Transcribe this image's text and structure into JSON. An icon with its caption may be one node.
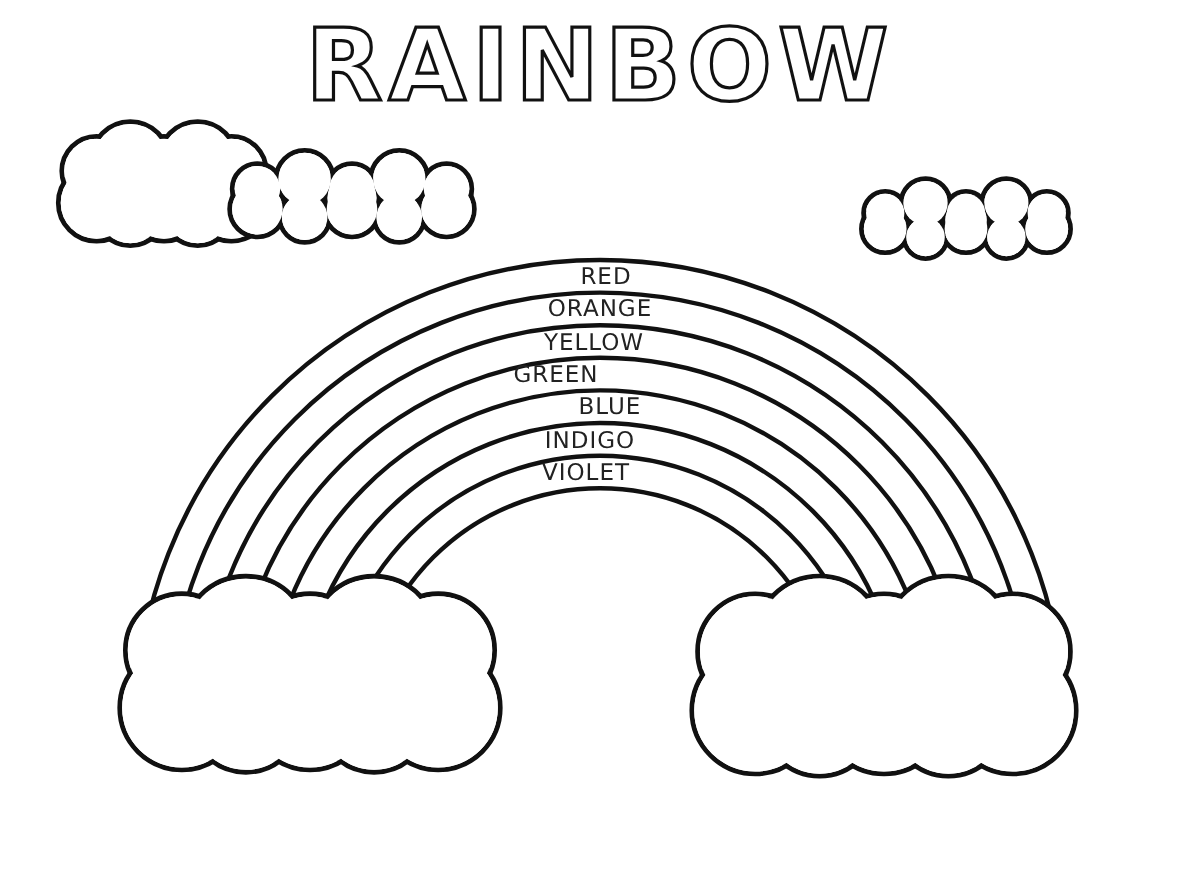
{
  "diagram": {
    "title": "RAINBOW",
    "labels": [
      "RED",
      "ORANGE",
      "YELLOW",
      "GREEN",
      "BLUE",
      "INDIGO",
      "VIOLET"
    ]
  }
}
